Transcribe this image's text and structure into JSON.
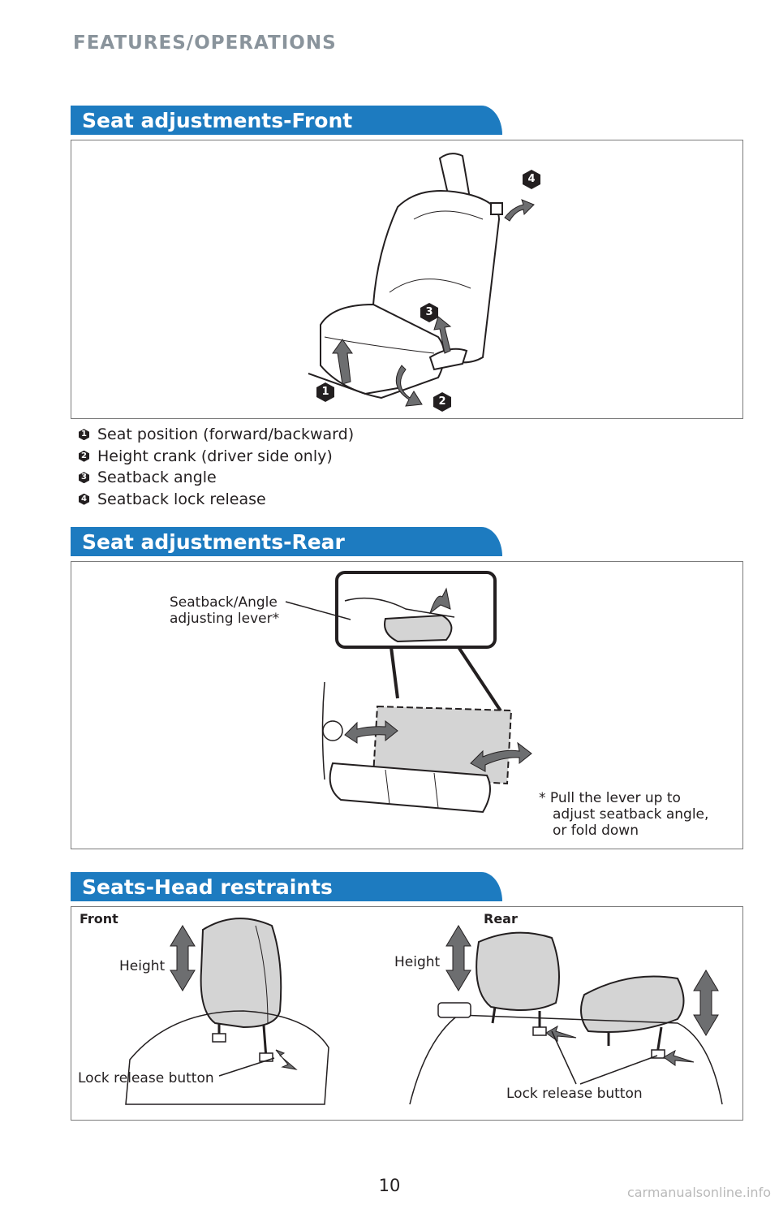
{
  "header": {
    "title": "FEATURES/OPERATIONS"
  },
  "front_seat": {
    "title": "Seat adjustments-Front",
    "callouts": [
      "1",
      "2",
      "3",
      "4"
    ],
    "legend": [
      {
        "num": "1",
        "text": "Seat position (forward/backward)"
      },
      {
        "num": "2",
        "text": "Height crank (driver side only)"
      },
      {
        "num": "3",
        "text": "Seatback angle"
      },
      {
        "num": "4",
        "text": "Seatback lock release"
      }
    ]
  },
  "rear_seat": {
    "title": "Seat adjustments-Rear",
    "lever_label_line1": "Seatback/Angle",
    "lever_label_line2": "adjusting lever*",
    "note_line1": "* Pull the lever up to",
    "note_line2": "adjust seatback angle,",
    "note_line3": "or fold down"
  },
  "head_restraints": {
    "title": "Seats-Head restraints",
    "front_label": "Front",
    "rear_label": "Rear",
    "front_height": "Height",
    "rear_height": "Height",
    "front_lock": "Lock release button",
    "rear_lock": "Lock release button"
  },
  "footer": {
    "page_number": "10",
    "watermark": "carmanualsonline.info"
  },
  "colors": {
    "section_tab": "#1d7bc0",
    "header_text": "#8a949c",
    "arrow_fill": "#6d6e70",
    "seat_fill": "#d4d4d4"
  }
}
